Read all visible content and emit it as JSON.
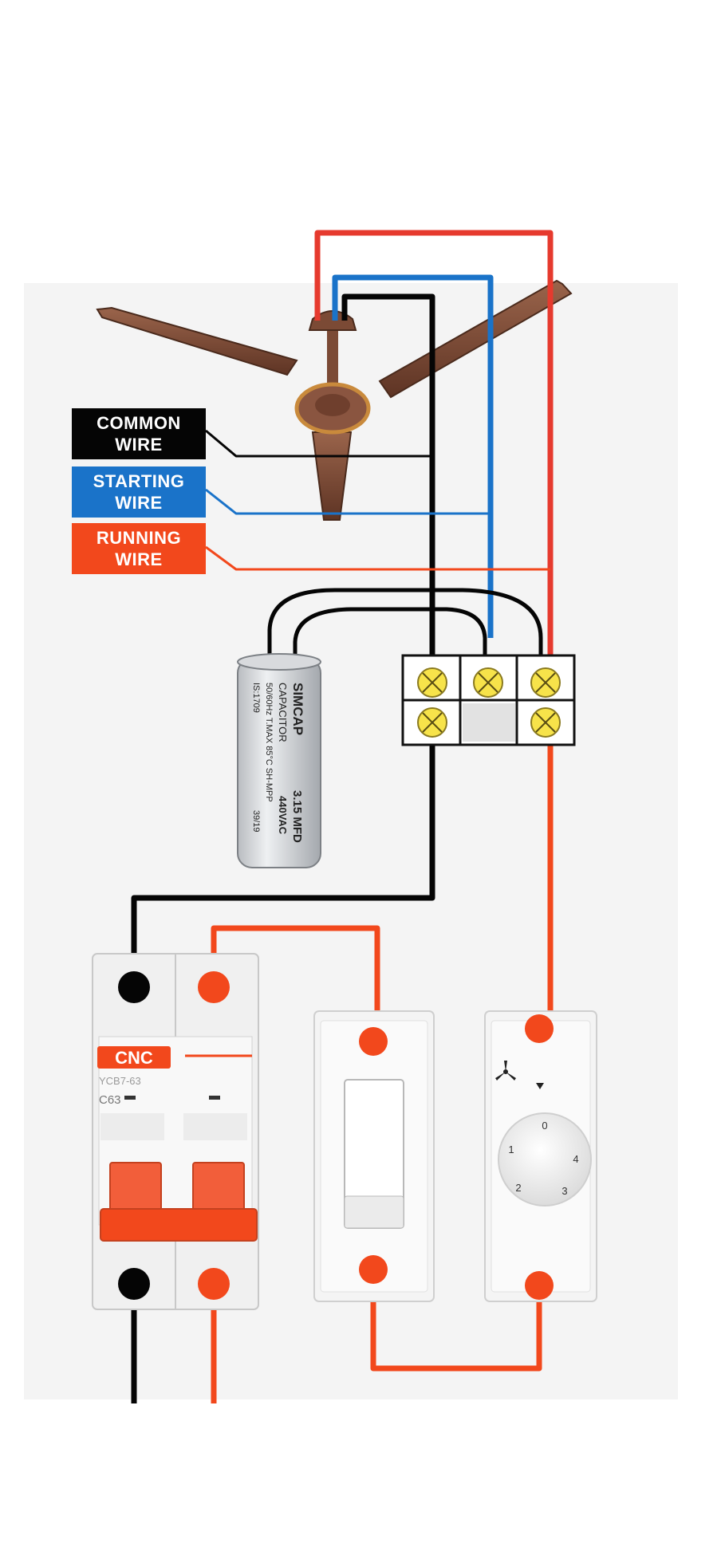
{
  "labels": {
    "common": "COMMON\nWIRE",
    "starting": "STARTING\nWIRE",
    "running": "RUNNING\nWIRE"
  },
  "capacitor": {
    "brand": "SIMCAP",
    "type": "CAPACITOR",
    "freq": "50/60Hz T.MAX 85°C SH-MPP",
    "std": "IS:1709",
    "rating": "3.15 MFD",
    "voltage": "440VAC",
    "date": "39/19"
  },
  "breaker": {
    "brand": "CNC",
    "model": "YCB7-63",
    "rating": "C63"
  },
  "regulator": {
    "marks": [
      "0",
      "1",
      "2",
      "3",
      "4"
    ]
  },
  "colors": {
    "red_wire": "#e63a2e",
    "blue_wire": "#1a73c9",
    "black_wire": "#050505",
    "orange_wire": "#f2481c",
    "fan_brown": "#7b4a35",
    "terminal_yellow": "#f7e34a"
  }
}
